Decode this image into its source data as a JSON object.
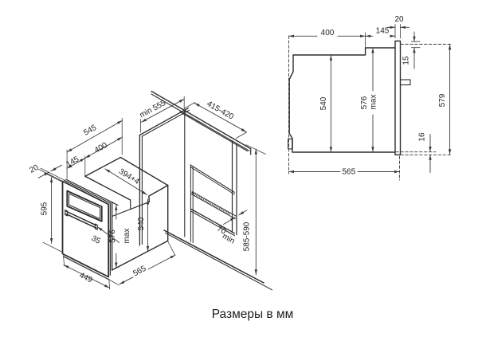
{
  "caption": {
    "text": "Размеры в мм"
  },
  "colors": {
    "background": "#ffffff",
    "outline": "#2d2d2d",
    "dimension": "#3c3c3c"
  },
  "isometric_view": {
    "name": "oven in cabinet niche - isometric view",
    "labels": {
      "door_thickness": "20",
      "body_depth_without_door": "545",
      "rear_depth": "400",
      "front_depth": "145",
      "front_height": "595",
      "cutout_width": "394+4",
      "handle_offset": "35",
      "max_height_value": "576",
      "max_height_suffix": "max",
      "rear_height": "540",
      "front_width": "449",
      "total_depth": "565",
      "niche_depth": "min 555",
      "niche_width": "415-420",
      "vent_gap_value": "70",
      "vent_gap_suffix": "min",
      "niche_height": "585-590"
    }
  },
  "side_view": {
    "name": "oven side section view",
    "labels": {
      "door_thickness": "20",
      "front_depth": "145",
      "rear_depth": "400",
      "top_overlap": "15",
      "rear_height": "540",
      "max_height_value": "576",
      "max_height_suffix": "max",
      "total_height": "579",
      "bottom_overlap": "16",
      "total_depth": "565"
    }
  }
}
